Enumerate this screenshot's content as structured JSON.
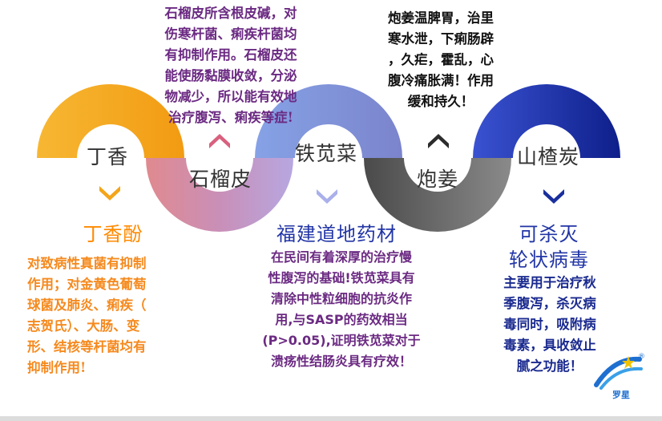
{
  "colors": {
    "dingxiang": "#f6a623",
    "shiliupi": "#d8728c",
    "tiexiancai": "#7f95d9",
    "paojiang": "#5b5b5b",
    "shanzha": "#1a2a8f",
    "heading_orange": "#ff8a00",
    "heading_blue": "#2235a6",
    "desc_purple": "#6b2a82",
    "desc_orange": "#f58a1f"
  },
  "nodes": [
    {
      "id": "dingxiang",
      "label": "丁香"
    },
    {
      "id": "shiliupi",
      "label": "石榴皮"
    },
    {
      "id": "tiexiancai",
      "label": "铁苋菜"
    },
    {
      "id": "paojiang",
      "label": "炮姜"
    },
    {
      "id": "shanzha",
      "label": "山楂炭"
    }
  ],
  "descriptions": {
    "dingxiang": {
      "heading": "丁香酚",
      "text": "对致病性真菌有抑制\n作用；对金黄色葡萄\n球菌及肺炎、痢疾（\n志贺氏）、大肠、变\n形、结核等杆菌均有\n抑制作用!"
    },
    "shiliupi": {
      "text": "石榴皮所含根皮碱，对\n伤寒杆菌、痢疾杆菌均\n有抑制作用。石榴皮还\n能使肠黏膜收敛，分泌\n物减少，所以能有效地\n治疗腹泻、痢疾等症!"
    },
    "tiexiancai": {
      "heading": "福建道地药材",
      "text": "在民间有着深厚的治疗慢\n性腹泻的基础!铁苋菜具有\n清除中性粒细胞的抗炎作\n用,与SASP的药效相当\n(P>0.05),证明铁苋菜对于\n溃疡性结肠炎具有疗效！"
    },
    "paojiang": {
      "text": "炮姜温脾胃，治里\n寒水泄，下痢肠辟\n，久疟，霍乱，心\n腹冷痛胀满！作用\n缓和持久！"
    },
    "shanzha": {
      "heading_line1": "可杀灭",
      "heading_line2": "轮状病毒",
      "text": "主要用于治疗秋\n季腹泻，杀灭病\n毒同时，吸附病\n毒素，具收敛止\n腻之功能！"
    }
  },
  "logo": {
    "text": "罗星",
    "registered": "®"
  }
}
